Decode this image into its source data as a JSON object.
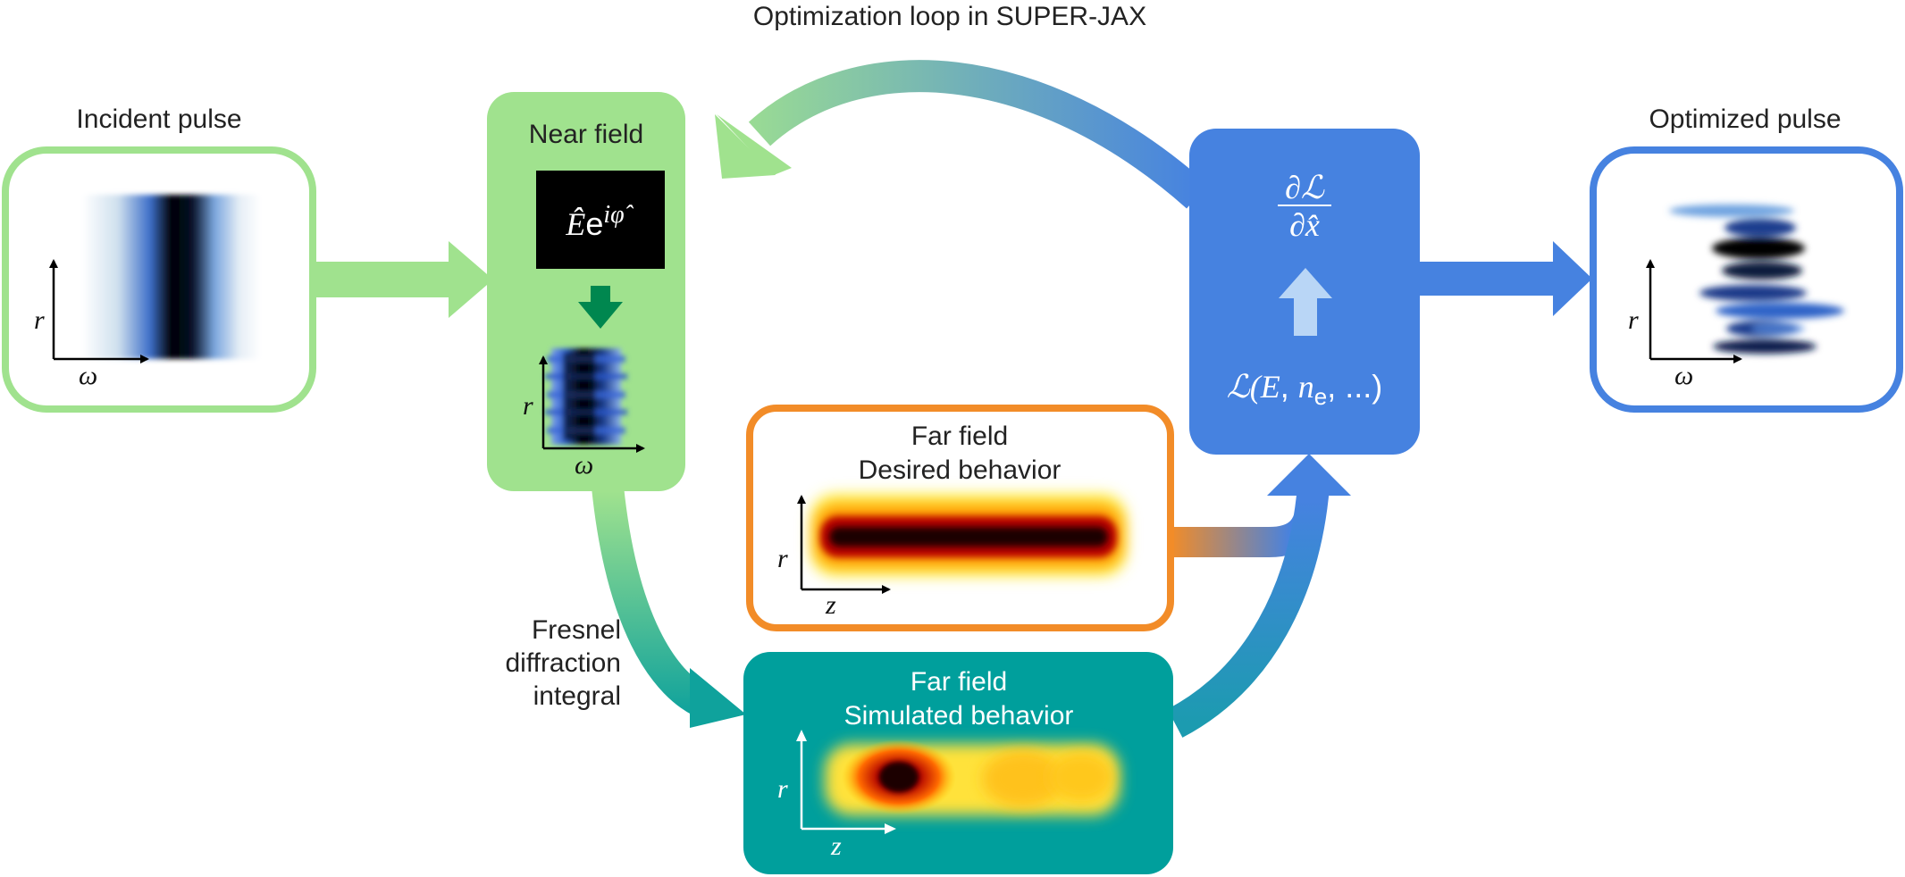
{
  "title": "Optimization loop in SUPER-JAX",
  "incident": {
    "label": "Incident pulse",
    "axis_y": "r",
    "axis_x": "ω"
  },
  "near": {
    "label": "Near field",
    "phase_base": "Ê",
    "phase_e": "e",
    "phase_exp": "iφ̂",
    "axis_y": "r",
    "axis_x": "ω"
  },
  "fresnel": {
    "line1": "Fresnel",
    "line2": "diffraction",
    "line3": "integral"
  },
  "far_desired": {
    "line1": "Far field",
    "line2": "Desired behavior",
    "axis_y": "r",
    "axis_x": "z"
  },
  "far_simulated": {
    "line1": "Far field",
    "line2": "Simulated behavior",
    "axis_y": "r",
    "axis_x": "z"
  },
  "loss": {
    "grad_num": "∂ℒ",
    "grad_den": "∂x̂",
    "func_pre": "ℒ(",
    "func_E": "E",
    "func_sep": ", ",
    "func_n": "n",
    "func_sub": "e",
    "func_post": ", ...)"
  },
  "optimized": {
    "label": "Optimized pulse",
    "axis_y": "r",
    "axis_x": "ω"
  },
  "colors": {
    "green_light": "#a0e28e",
    "green_dark": "#00874f",
    "blue": "#4682e0",
    "orange": "#f28c28",
    "teal": "#009f9c"
  }
}
